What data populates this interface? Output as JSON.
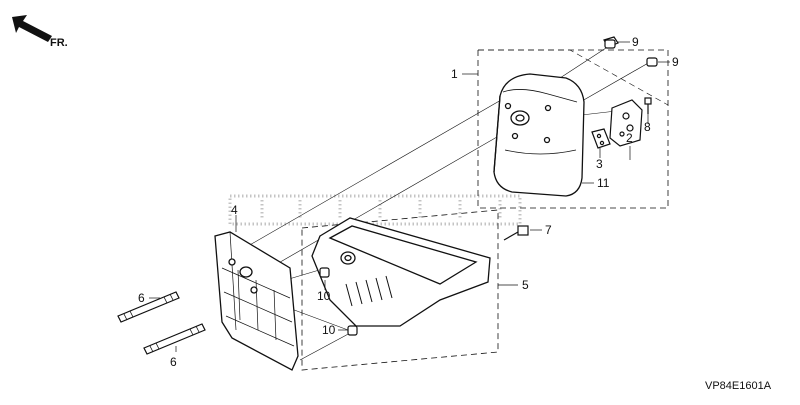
{
  "orientation": {
    "label": "FR."
  },
  "drawing_code": "VP84E1601A",
  "colors": {
    "line": "#111111",
    "watermark": "#bdbdbd",
    "background": "#ffffff"
  },
  "callouts": [
    {
      "id": "c1",
      "label": "1"
    },
    {
      "id": "c2",
      "label": "2"
    },
    {
      "id": "c3",
      "label": "3"
    },
    {
      "id": "c4",
      "label": "4"
    },
    {
      "id": "c5",
      "label": "5"
    },
    {
      "id": "c6a",
      "label": "6"
    },
    {
      "id": "c6b",
      "label": "6"
    },
    {
      "id": "c7",
      "label": "7"
    },
    {
      "id": "c8",
      "label": "8"
    },
    {
      "id": "c9a",
      "label": "9"
    },
    {
      "id": "c9b",
      "label": "9"
    },
    {
      "id": "c10a",
      "label": "10"
    },
    {
      "id": "c10b",
      "label": "10"
    },
    {
      "id": "c11",
      "label": "11"
    }
  ]
}
